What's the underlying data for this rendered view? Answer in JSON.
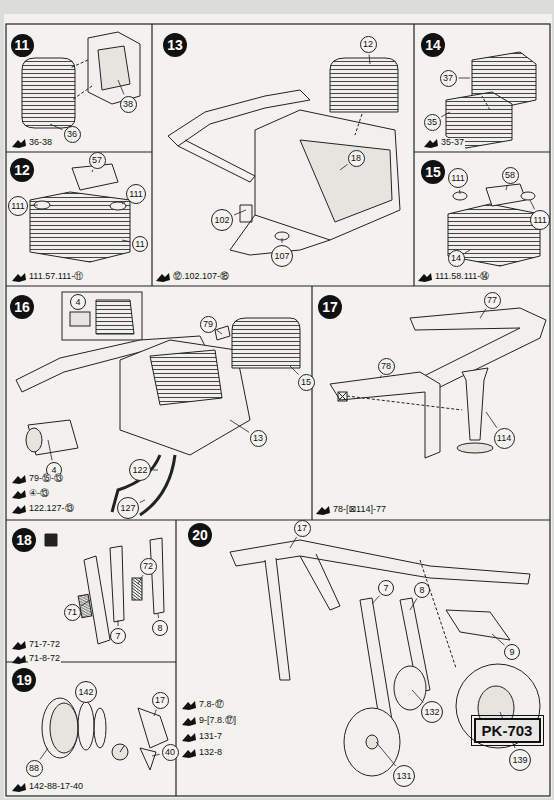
{
  "diagram": {
    "nodes": [
      {
        "text": [
          "11"
        ]
      },
      {
        "text": [
          "38"
        ]
      },
      {
        "text": [
          "36"
        ]
      },
      {
        "text": [
          "12"
        ]
      },
      {
        "text": [
          "111"
        ]
      },
      {
        "text": [
          "57"
        ]
      },
      {
        "text": [
          "111"
        ]
      },
      {
        "text": [
          "11"
        ]
      },
      {
        "text": [
          "13"
        ]
      },
      {
        "text": [
          "12"
        ]
      },
      {
        "text": [
          "18"
        ]
      },
      {
        "text": [
          "102"
        ]
      },
      {
        "text": [
          "107"
        ]
      },
      {
        "text": [
          "14"
        ]
      },
      {
        "text": [
          "37"
        ]
      },
      {
        "text": [
          "35"
        ]
      },
      {
        "text": [
          "15"
        ]
      },
      {
        "text": [
          "111"
        ]
      },
      {
        "text": [
          "58"
        ]
      },
      {
        "text": [
          "111"
        ]
      },
      {
        "text": [
          "14"
        ]
      },
      {
        "text": [
          "16"
        ]
      },
      {
        "text": [
          "4"
        ]
      },
      {
        "text": [
          "79"
        ]
      },
      {
        "text": [
          "15"
        ]
      },
      {
        "text": [
          "13"
        ]
      },
      {
        "text": [
          "4"
        ]
      },
      {
        "text": [
          "122"
        ]
      },
      {
        "text": [
          "127"
        ]
      },
      {
        "text": [
          "17"
        ]
      },
      {
        "text": [
          "77"
        ]
      },
      {
        "text": [
          "78"
        ]
      },
      {
        "text": [
          "114"
        ]
      },
      {
        "text": [
          "18"
        ]
      },
      {
        "text": [
          "71"
        ]
      },
      {
        "text": [
          "72"
        ]
      },
      {
        "text": [
          "7"
        ]
      },
      {
        "text": [
          "8"
        ]
      },
      {
        "text": [
          "19"
        ]
      },
      {
        "text": [
          "88"
        ]
      },
      {
        "text": [
          "142"
        ]
      },
      {
        "text": [
          "17"
        ]
      },
      {
        "text": [
          "40"
        ]
      },
      {
        "text": [
          "20"
        ]
      },
      {
        "text": [
          "17"
        ]
      },
      {
        "text": [
          "8"
        ]
      },
      {
        "text": [
          "9"
        ]
      },
      {
        "text": [
          "7"
        ]
      },
      {
        "text": [
          "131"
        ]
      },
      {
        "text": [
          "132"
        ]
      },
      {
        "text": [
          "139"
        ]
      },
      {
        "text": [
          "PK-703"
        ]
      }
    ],
    "labels": [
      "36-38",
      "111.57.111-⑪",
      "⑫.102.107-⑱",
      "35-37",
      "111.58.111-⑭",
      "79-⑮-⑬",
      "④-⑬",
      "122.127-⑬",
      "78-[⊠114]-77",
      "71-7-72",
      "71-8-72",
      "142-88-17-40",
      "7.8-⑰",
      "9-[7.8.⑰]",
      "131-7",
      "132-8"
    ]
  }
}
